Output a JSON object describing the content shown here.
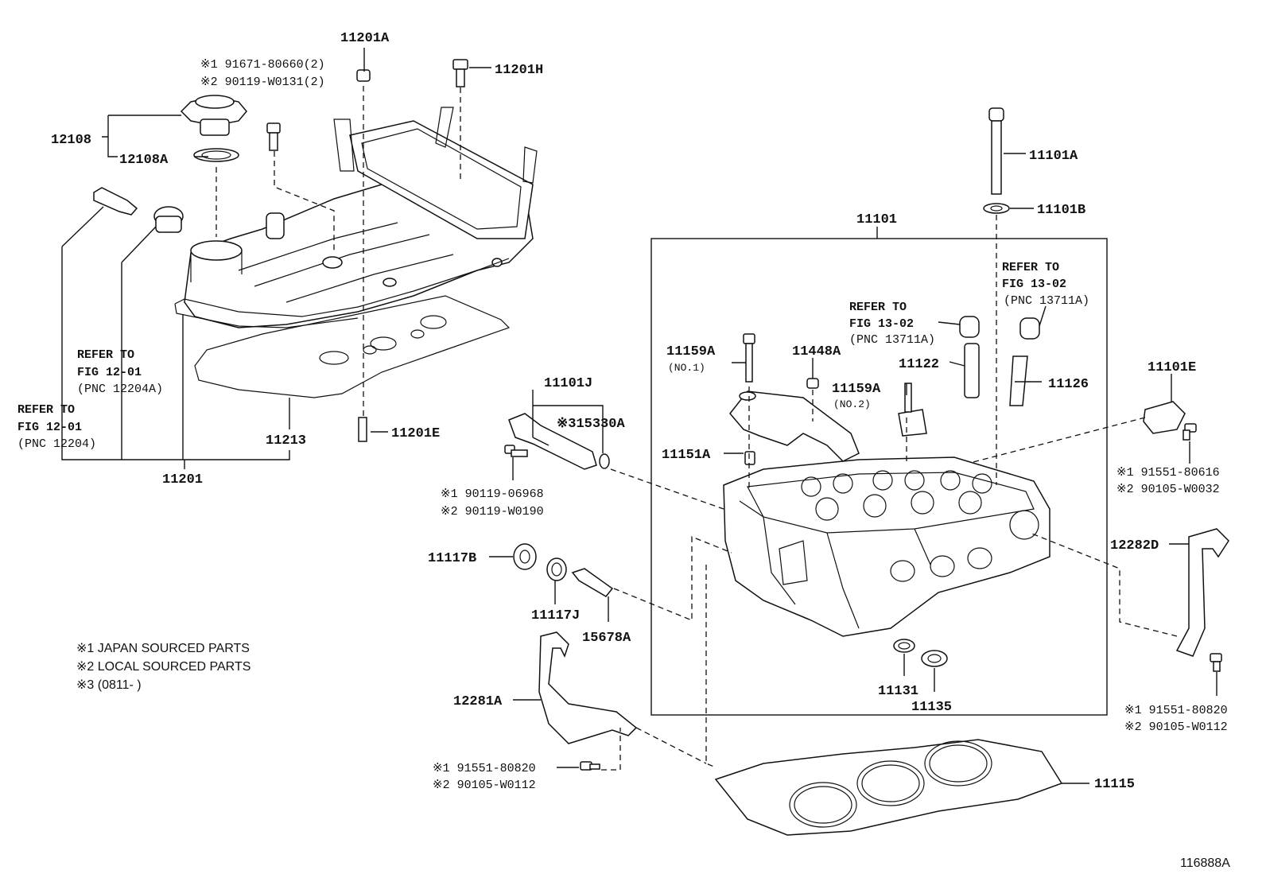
{
  "labels": {
    "l_11201A": "11201A",
    "l_note1_top": "※1 91671-80660(2)",
    "l_note2_top": "※2 90119-W0131(2)",
    "l_11201H": "11201H",
    "l_12108": "12108",
    "l_12108A": "12108A",
    "l_11101A": "11101A",
    "l_11101B": "11101B",
    "l_11101": "11101",
    "l_11159A_1": "11159A",
    "l_no1": "(NO.1)",
    "l_11448A": "11448A",
    "l_11159A_2": "11159A",
    "l_no2": "(NO.2)",
    "l_11122": "11122",
    "l_11126": "11126",
    "l_11151A": "11151A",
    "l_11101J": "11101J",
    "l_15330A": "※315330A",
    "l_11101E": "11101E",
    "l_11201E": "11201E",
    "l_11213": "11213",
    "l_11201": "11201",
    "l_j1": "※1 90119-06968",
    "l_j2": "※2 90119-W0190",
    "l_e1": "※1 91551-80616",
    "l_e2": "※2 90105-W0032",
    "l_11117B": "11117B",
    "l_11117J": "11117J",
    "l_15678A": "15678A",
    "l_12282D": "12282D",
    "l_11131": "11131",
    "l_11135": "11135",
    "l_12281A": "12281A",
    "l_b1": "※1 91551-80820",
    "l_b2": "※2 90105-W0112",
    "l_r1": "※1 91551-80820",
    "l_r2": "※2 90105-W0112",
    "l_11115": "11115"
  },
  "references": {
    "ref_a_1": "REFER TO",
    "ref_a_2": "FIG 12-01",
    "ref_a_3": "(PNC 12204A)",
    "ref_b_1": "REFER TO",
    "ref_b_2": "FIG 12-01",
    "ref_b_3": "(PNC 12204)",
    "ref_c_1": "REFER TO",
    "ref_c_2": "FIG 13-02",
    "ref_c_3": "(PNC 13711A)",
    "ref_d_1": "REFER TO",
    "ref_d_2": "FIG 13-02",
    "ref_d_3": "(PNC 13711A)"
  },
  "notes": {
    "n1": "※1 JAPAN SOURCED PARTS",
    "n2": "※2 LOCAL SOURCED PARTS",
    "n3": "※3 (0811-       )"
  },
  "figure_id": "116888A"
}
